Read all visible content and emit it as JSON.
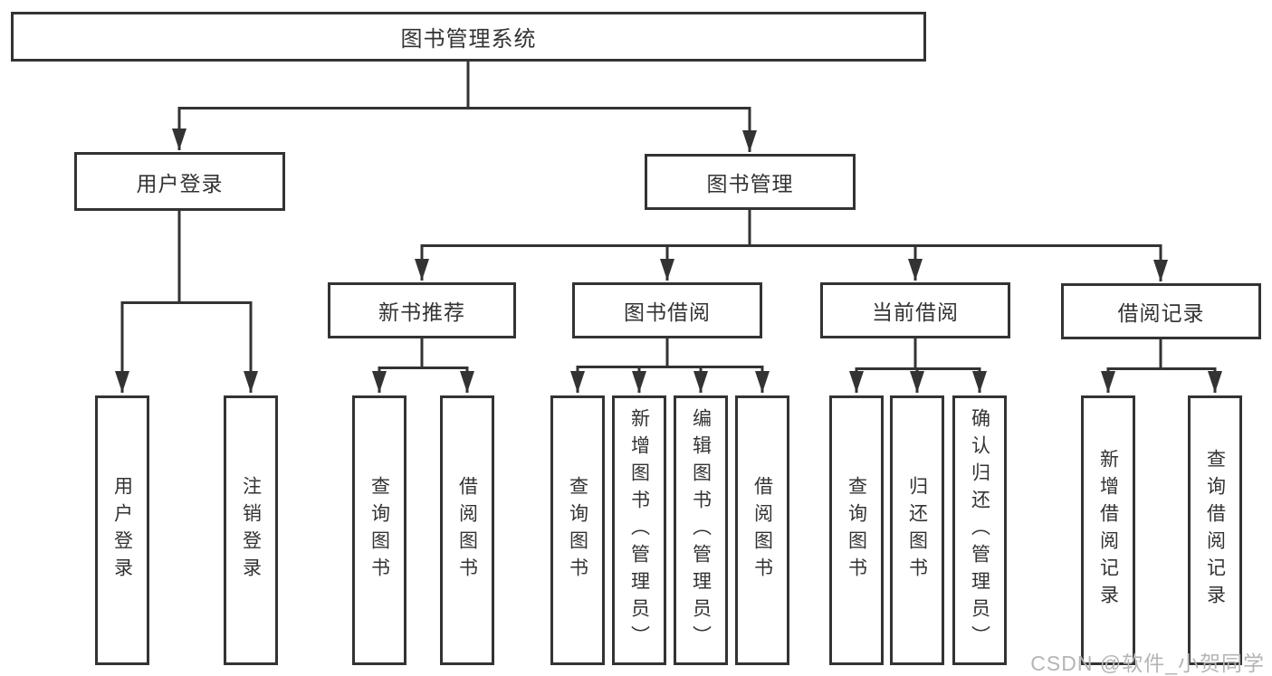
{
  "diagram": {
    "title_node": "图书管理系统",
    "tree": {
      "root": "图书管理系统",
      "level2": [
        {
          "label": "用户登录",
          "children": [
            {
              "label": "用户登录"
            },
            {
              "label": "注销登录"
            }
          ]
        },
        {
          "label": "图书管理",
          "children": [
            {
              "label": "新书推荐",
              "children": [
                {
                  "label": "查询图书"
                },
                {
                  "label": "借阅图书"
                }
              ]
            },
            {
              "label": "图书借阅",
              "children": [
                {
                  "label": "查询图书"
                },
                {
                  "label": "新增图书（管理员）"
                },
                {
                  "label": "编辑图书（管理员）"
                },
                {
                  "label": "借阅图书"
                }
              ]
            },
            {
              "label": "当前借阅",
              "children": [
                {
                  "label": "查询图书"
                },
                {
                  "label": "归还图书"
                },
                {
                  "label": "确认归还（管理员）"
                }
              ]
            },
            {
              "label": "借阅记录",
              "children": [
                {
                  "label": "新增借阅记录"
                },
                {
                  "label": "查询借阅记录"
                }
              ]
            }
          ]
        }
      ]
    },
    "colors": {
      "line": "#333333",
      "box_border": "#333333",
      "box_fill": "#ffffff",
      "text": "#333333",
      "watermark": "#b5b5b5",
      "background": "#ffffff"
    }
  },
  "watermark": {
    "text": "CSDN @软件_小贺同学"
  }
}
